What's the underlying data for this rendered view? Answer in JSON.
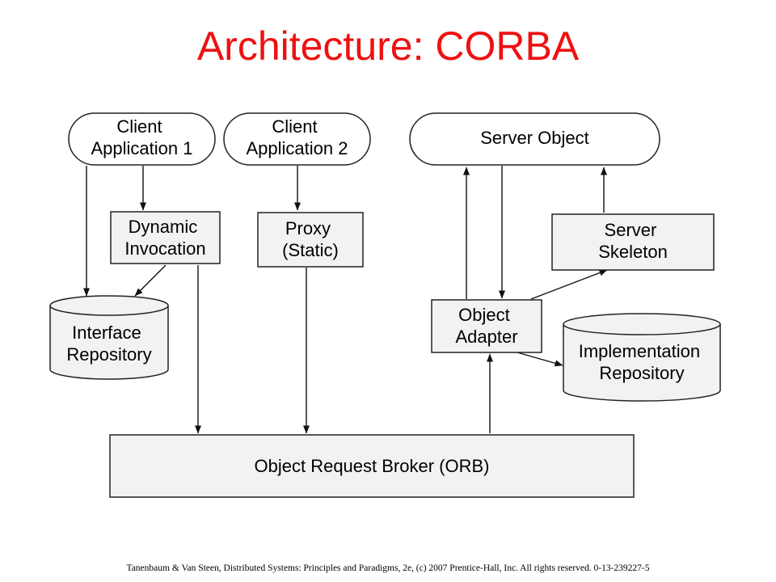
{
  "title": "Architecture: CORBA",
  "diagram": {
    "nodes": {
      "client_app_1": [
        "Client",
        "Application 1"
      ],
      "client_app_2": [
        "Client",
        "Application 2"
      ],
      "server_object": [
        "Server Object"
      ],
      "dynamic_invocation": [
        "Dynamic",
        "Invocation"
      ],
      "proxy_static": [
        "Proxy",
        "(Static)"
      ],
      "server_skeleton": [
        "Server",
        "Skeleton"
      ],
      "interface_repository": [
        "Interface",
        "Repository"
      ],
      "object_adapter": [
        "Object",
        "Adapter"
      ],
      "implementation_repository": [
        "Implementation",
        "Repository"
      ],
      "orb": [
        "Object Request Broker (ORB)"
      ]
    },
    "edges": [
      {
        "from": "client_app_1",
        "to": "dynamic_invocation"
      },
      {
        "from": "client_app_1",
        "to": "interface_repository"
      },
      {
        "from": "dynamic_invocation",
        "to": "interface_repository"
      },
      {
        "from": "dynamic_invocation",
        "to": "orb"
      },
      {
        "from": "client_app_2",
        "to": "proxy_static"
      },
      {
        "from": "proxy_static",
        "to": "orb"
      },
      {
        "from": "object_adapter",
        "to": "server_object"
      },
      {
        "from": "server_object",
        "to": "object_adapter"
      },
      {
        "from": "server_skeleton",
        "to": "server_object"
      },
      {
        "from": "object_adapter",
        "to": "server_skeleton"
      },
      {
        "from": "object_adapter",
        "to": "implementation_repository"
      },
      {
        "from": "orb",
        "to": "object_adapter"
      }
    ]
  },
  "footer": "Tanenbaum & Van Steen, Distributed Systems: Principles and Paradigms, 2e, (c) 2007 Prentice-Hall, Inc. All rights reserved. 0-13-239227-5"
}
